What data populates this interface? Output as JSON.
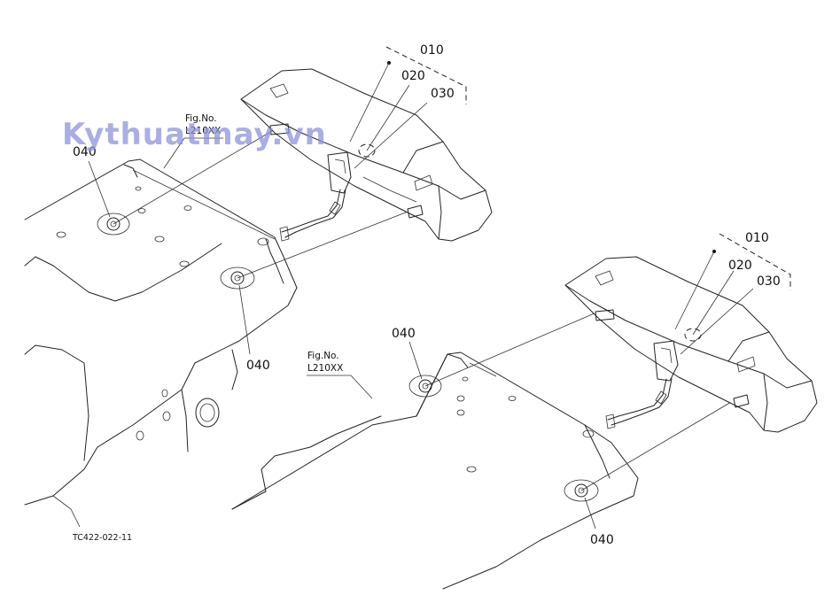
{
  "watermark": "Kythuatmay.vn",
  "drawing_code": "TC422-022-11",
  "assemblies": [
    {
      "labels": {
        "p010": "010",
        "p020": "020",
        "p030": "030",
        "p040a": "040",
        "p040b": "040"
      },
      "fig_ref": {
        "line1": "Fig.No.",
        "line2": "L210XX"
      }
    },
    {
      "labels": {
        "p010": "010",
        "p020": "020",
        "p030": "030",
        "p040a": "040",
        "p040b": "040"
      },
      "fig_ref": {
        "line1": "Fig.No.",
        "line2": "L210XX"
      }
    }
  ]
}
